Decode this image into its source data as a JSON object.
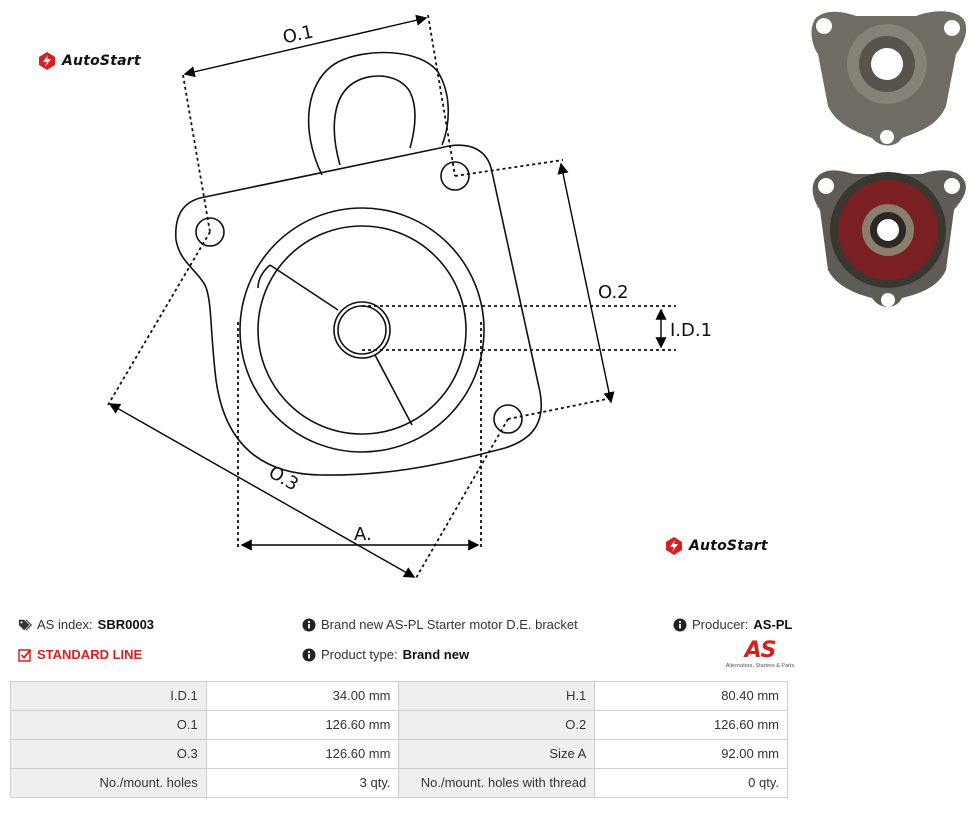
{
  "brand": {
    "name": "AutoStart",
    "logo_color": "#d81e1e"
  },
  "drawing": {
    "labels": {
      "o1": "O.1",
      "o2": "O.2",
      "o3": "O.3",
      "a": "A.",
      "id1": "I.D.1"
    }
  },
  "product": {
    "as_index_label": "AS index:",
    "as_index_value": "SBR0003",
    "line_label": "STANDARD LINE",
    "description": "Brand new AS-PL Starter motor D.E. bracket",
    "type_label": "Product type:",
    "type_value": "Brand new",
    "producer_label": "Producer:",
    "producer_value": "AS-PL",
    "producer_logo_text": "AS",
    "producer_logo_tagline": "Alternators, Starters & Parts",
    "accent_color": "#d81e1e"
  },
  "specs": {
    "rows": [
      {
        "l1": "I.D.1",
        "v1": "34.00 mm",
        "l2": "H.1",
        "v2": "80.40 mm"
      },
      {
        "l1": "O.1",
        "v1": "126.60 mm",
        "l2": "O.2",
        "v2": "126.60 mm"
      },
      {
        "l1": "O.3",
        "v1": "126.60 mm",
        "l2": "Size A",
        "v2": "92.00 mm"
      },
      {
        "l1": "No./mount. holes",
        "v1": "3 qty.",
        "l2": "No./mount. holes with thread",
        "v2": "0 qty."
      }
    ]
  },
  "icons": [
    "tag-icon",
    "checkbox-icon",
    "info-icon",
    "brand-logo-icon"
  ]
}
